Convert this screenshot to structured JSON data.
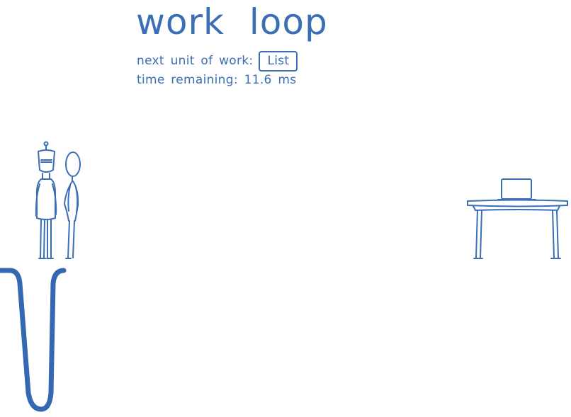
{
  "header": {
    "title": "work loop",
    "next_unit_label": "next unit of work:",
    "next_unit_value": "List",
    "time_remaining_label": "time remaining:",
    "time_remaining_value": "11.6 ms"
  },
  "colors": {
    "ink": "#3a6fb6",
    "pipe": "#3568b2",
    "background": "#ffffff"
  },
  "scene": {
    "icons": [
      "robot-figure-icon",
      "person-figure-icon",
      "pipe-icon",
      "desk-icon",
      "laptop-icon"
    ]
  }
}
